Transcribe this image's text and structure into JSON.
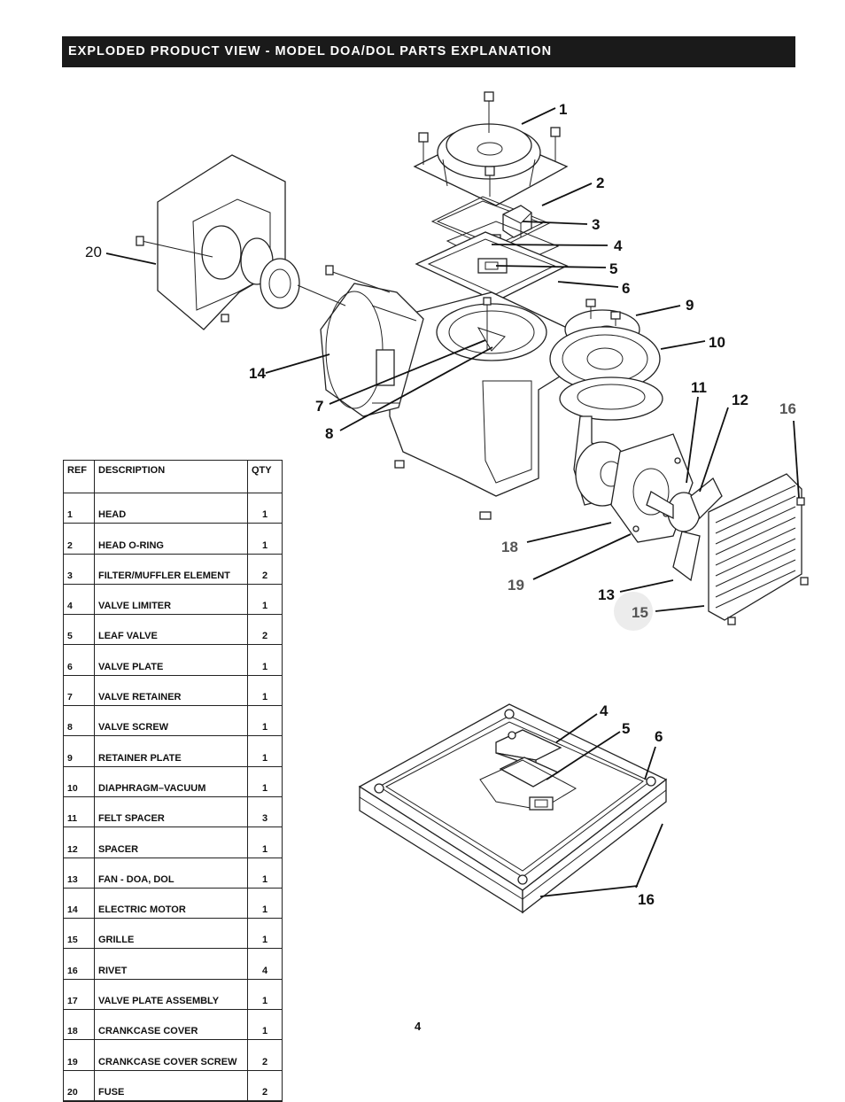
{
  "header": {
    "title": "EXPLODED PRODUCT VIEW - MODEL DOA/DOL PARTS EXPLANATION"
  },
  "table": {
    "headers": {
      "ref": "REF",
      "description": "DESCRIPTION",
      "qty": "QTY"
    },
    "rows": [
      {
        "ref": "1",
        "description": "HEAD",
        "qty": "1"
      },
      {
        "ref": "2",
        "description": "HEAD O-RING",
        "qty": "1"
      },
      {
        "ref": "3",
        "description": "FILTER/MUFFLER ELEMENT",
        "qty": "2"
      },
      {
        "ref": "4",
        "description": "VALVE LIMITER",
        "qty": "1"
      },
      {
        "ref": "5",
        "description": "LEAF VALVE",
        "qty": "2"
      },
      {
        "ref": "6",
        "description": "VALVE PLATE",
        "qty": "1"
      },
      {
        "ref": "7",
        "description": "VALVE RETAINER",
        "qty": "1"
      },
      {
        "ref": "8",
        "description": "VALVE SCREW",
        "qty": "1"
      },
      {
        "ref": "9",
        "description": "RETAINER PLATE",
        "qty": "1"
      },
      {
        "ref": "10",
        "description": "DIAPHRAGM–VACUUM",
        "qty": "1"
      },
      {
        "ref": "11",
        "description": "FELT SPACER",
        "qty": "3"
      },
      {
        "ref": "12",
        "description": "SPACER",
        "qty": "1"
      },
      {
        "ref": "13",
        "description": "FAN - DOA, DOL",
        "qty": "1"
      },
      {
        "ref": "14",
        "description": "ELECTRIC MOTOR",
        "qty": "1"
      },
      {
        "ref": "15",
        "description": "GRILLE",
        "qty": "1"
      },
      {
        "ref": "16",
        "description": "RIVET",
        "qty": "4"
      },
      {
        "ref": "17",
        "description": "VALVE PLATE ASSEMBLY",
        "qty": "1"
      },
      {
        "ref": "18",
        "description": "CRANKCASE COVER",
        "qty": "1"
      },
      {
        "ref": "19",
        "description": "CRANKCASE COVER SCREW",
        "qty": "2"
      },
      {
        "ref": "20",
        "description": "FUSE",
        "qty": "2"
      }
    ]
  },
  "diagram": {
    "callouts": {
      "c1": "1",
      "c2": "2",
      "c3": "3",
      "c4": "4",
      "c5": "5",
      "c6": "6",
      "c7": "7",
      "c8": "8",
      "c9": "9",
      "c10": "10",
      "c11": "11",
      "c12": "12",
      "c13": "13",
      "c14": "14",
      "c15": "15",
      "c16": "16",
      "c18": "18",
      "c19": "19",
      "c20": "20"
    },
    "detail_callouts": {
      "c4": "4",
      "c5": "5",
      "c6": "6",
      "c16": "16"
    }
  },
  "footer": {
    "page_number": "4"
  }
}
